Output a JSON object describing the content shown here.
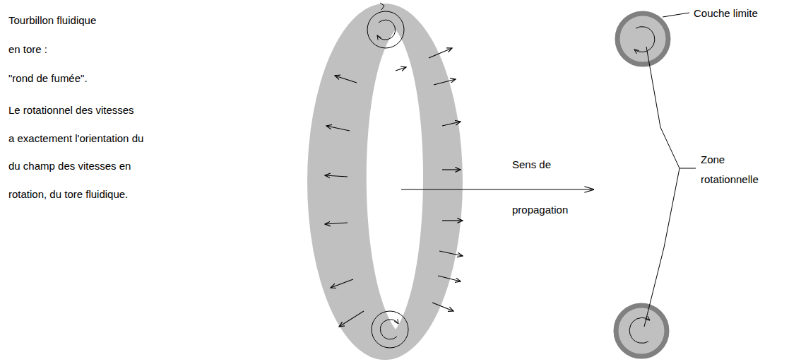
{
  "diagram": {
    "labels": [
      "Tourbillon fluidique",
      "en tore :",
      "\"rond de fumée\".",
      "Le rotationnel des vitesses",
      "a exactement l'orientation du",
      "du champ des vitesses en",
      "rotation, du tore fluidique.",
      "Sens de",
      "propagation",
      "Couche limite",
      "Zone rotationnelle"
    ]
  }
}
